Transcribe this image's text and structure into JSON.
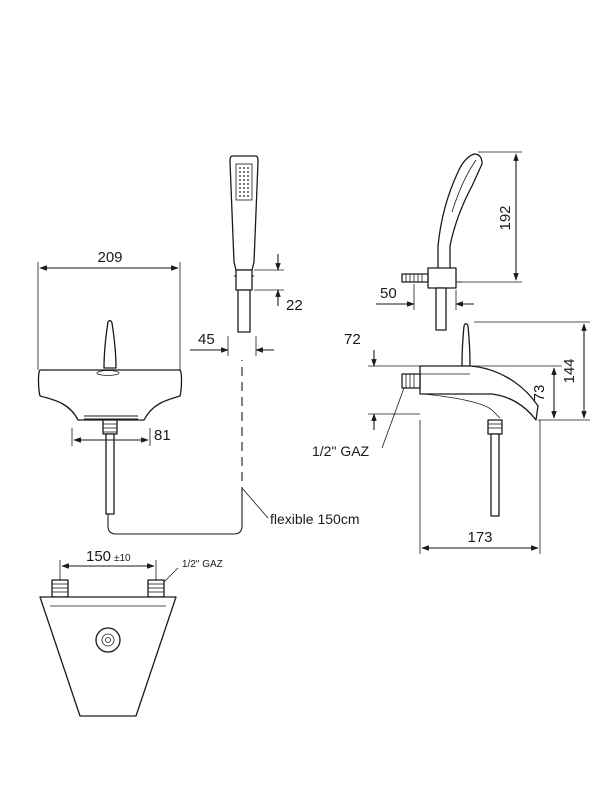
{
  "dimensions": {
    "front_width": "209",
    "spout_offset": "81",
    "handshower_offset": "45",
    "connector_height": "22",
    "handshower_height": "192",
    "holder_offset": "50",
    "spout_drop": "72",
    "body_height": "73",
    "total_height": "144",
    "projection": "173",
    "inlet_spacing": "150",
    "inlet_tolerance": "±10"
  },
  "labels": {
    "flexible": "flexible 150cm",
    "thread_side": "1/2\" GAZ",
    "thread_inlet": "1/2\" GAZ"
  }
}
